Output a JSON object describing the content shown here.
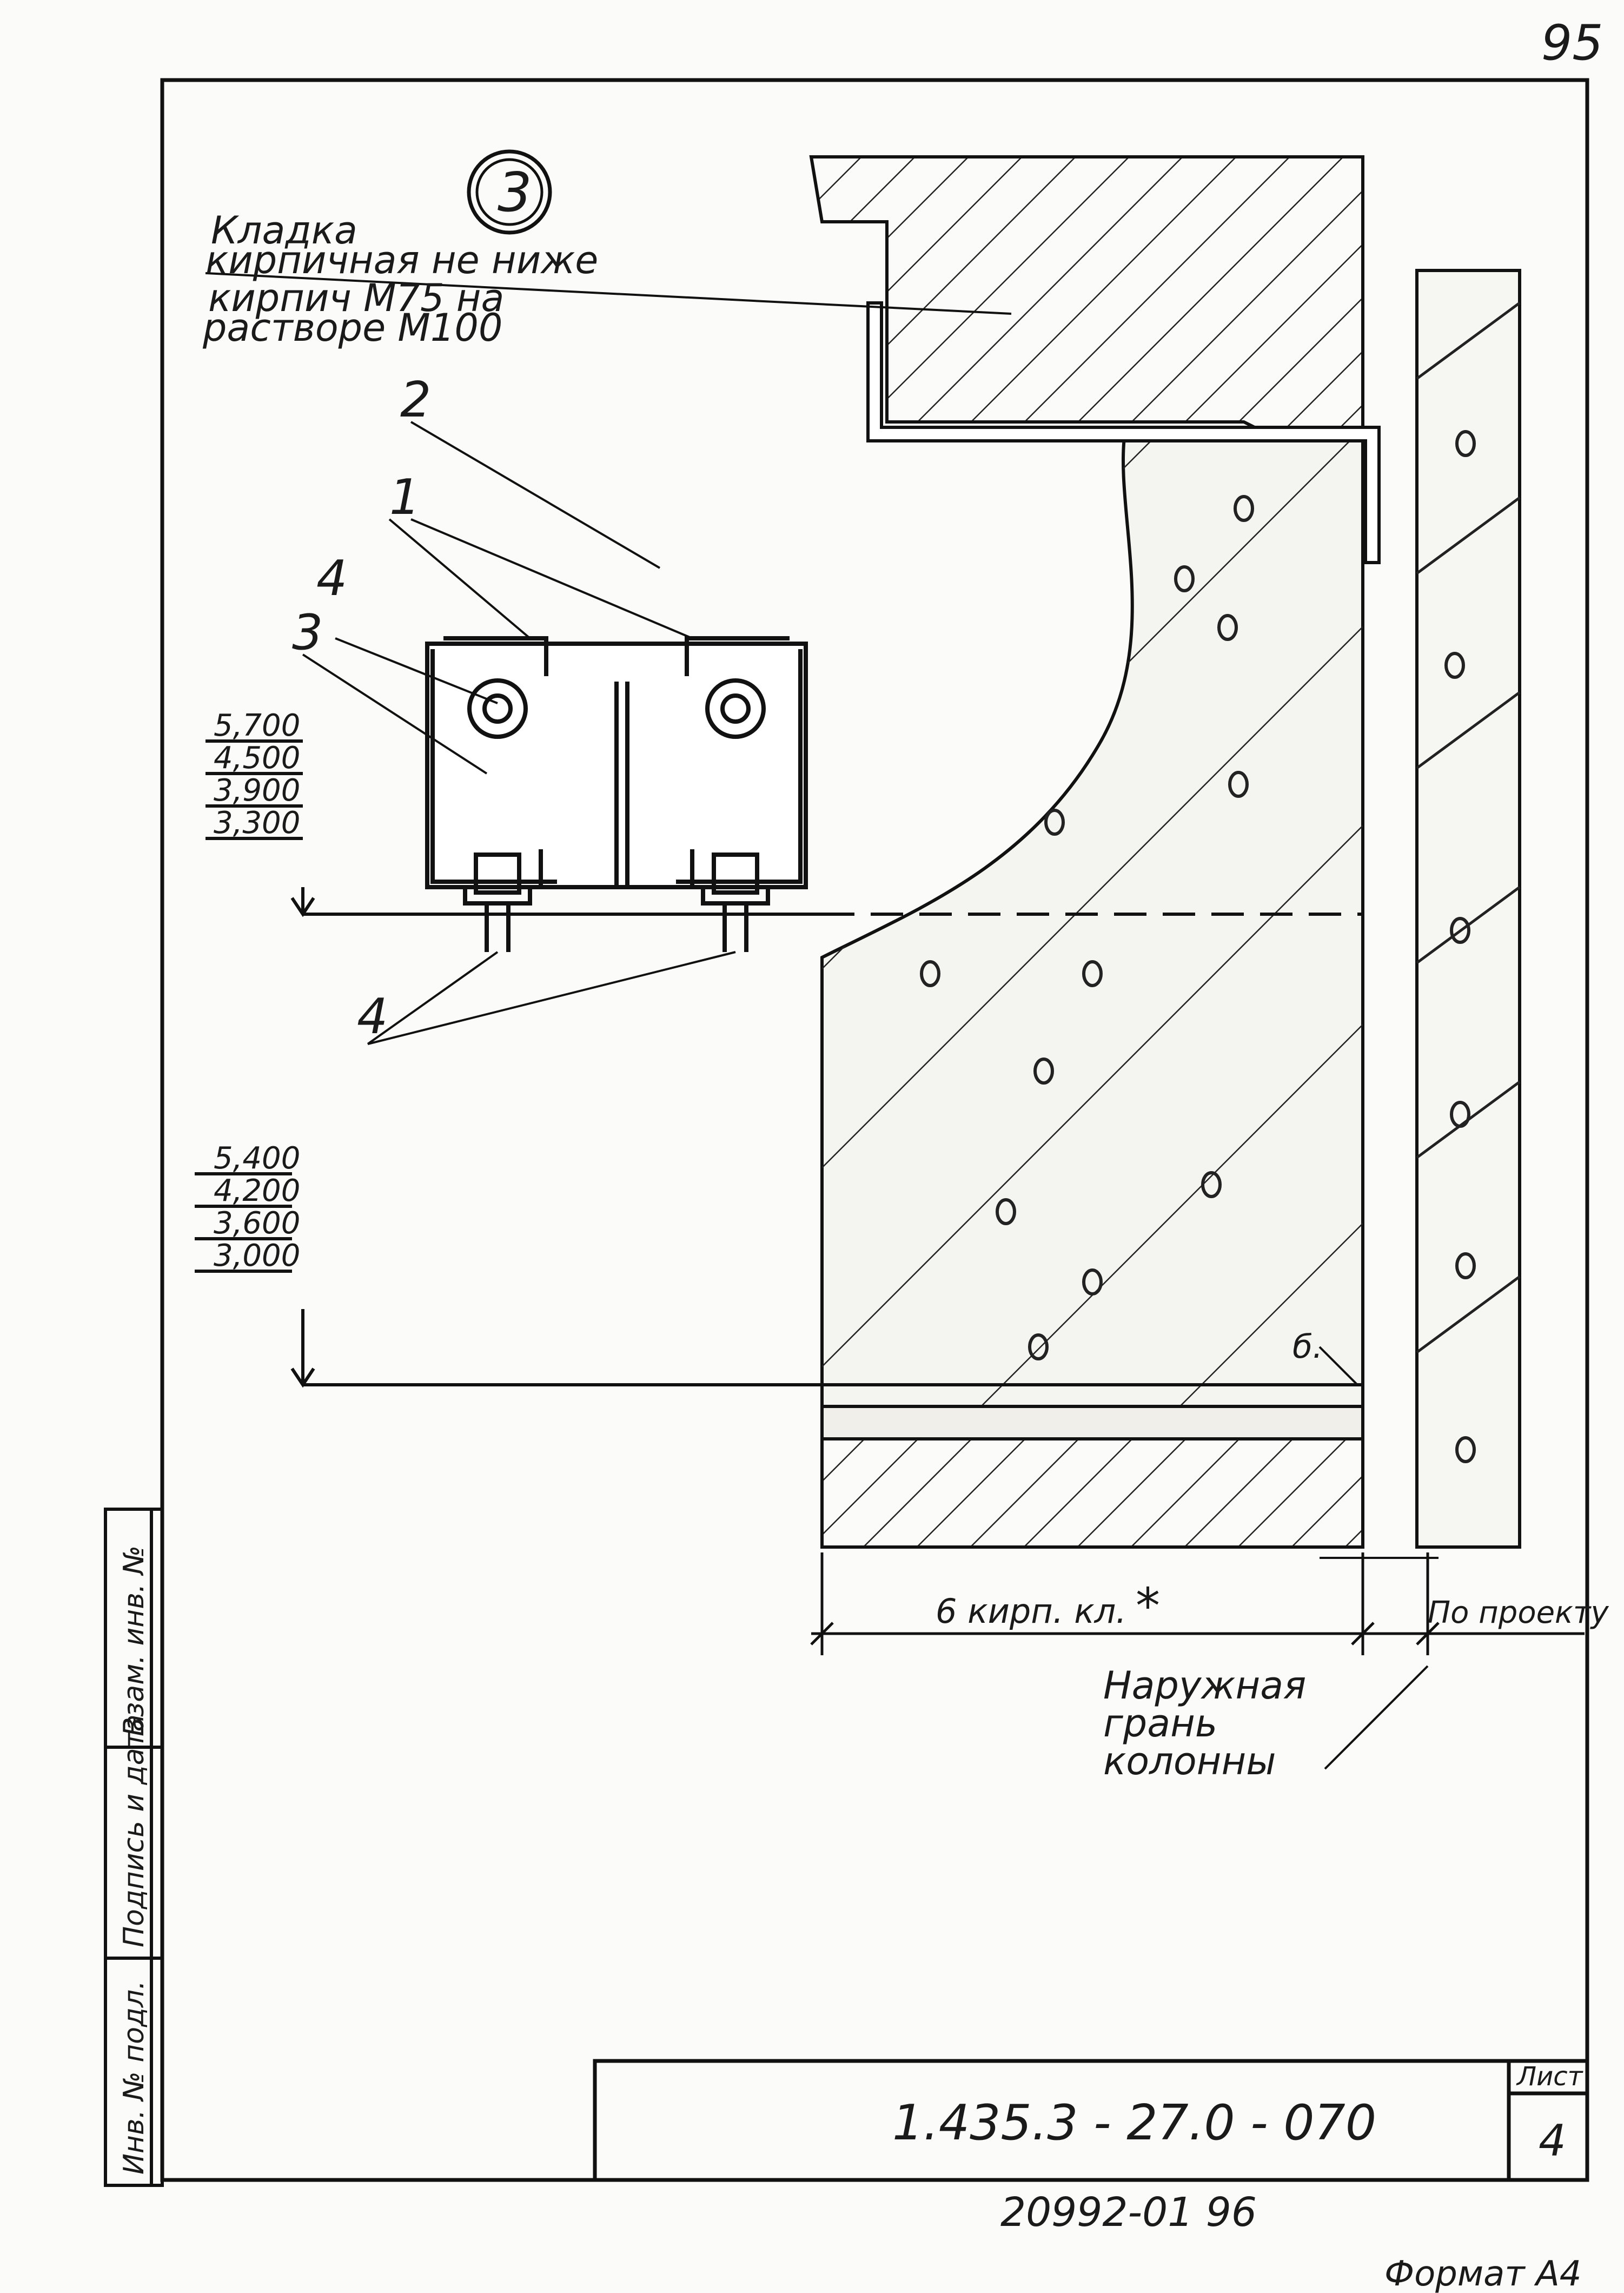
{
  "sheet": {
    "page_corner_number": "95",
    "format_note": "Формат А4",
    "bottom_number": "20992-01   96"
  },
  "detail": {
    "marker": "3",
    "masonry_note": [
      "Кладка",
      "кирпичная не ниже",
      "кирпич М75 на",
      "растворе М100"
    ],
    "callouts": [
      "1",
      "2",
      "3",
      "4",
      "4"
    ],
    "levels_upper": [
      "5,700",
      "4,500",
      "3,900",
      "3,300"
    ],
    "levels_lower": [
      "5,400",
      "4,200",
      "3,600",
      "3,000"
    ],
    "dimension_label": "6 кирп. кл.",
    "dimension_mark": "*",
    "project_label": "По проекту",
    "column_note": [
      "Наружная",
      "грань",
      "колонны"
    ],
    "concrete_mark": "б."
  },
  "side_stamp": {
    "cells": [
      "Инв. № подл.",
      "Подпись и дата",
      "Взам. инв. №"
    ]
  },
  "title_block": {
    "code": "1.435.3 - 27.0 - 070",
    "sheet_label": "Лист",
    "sheet_number": "4"
  }
}
